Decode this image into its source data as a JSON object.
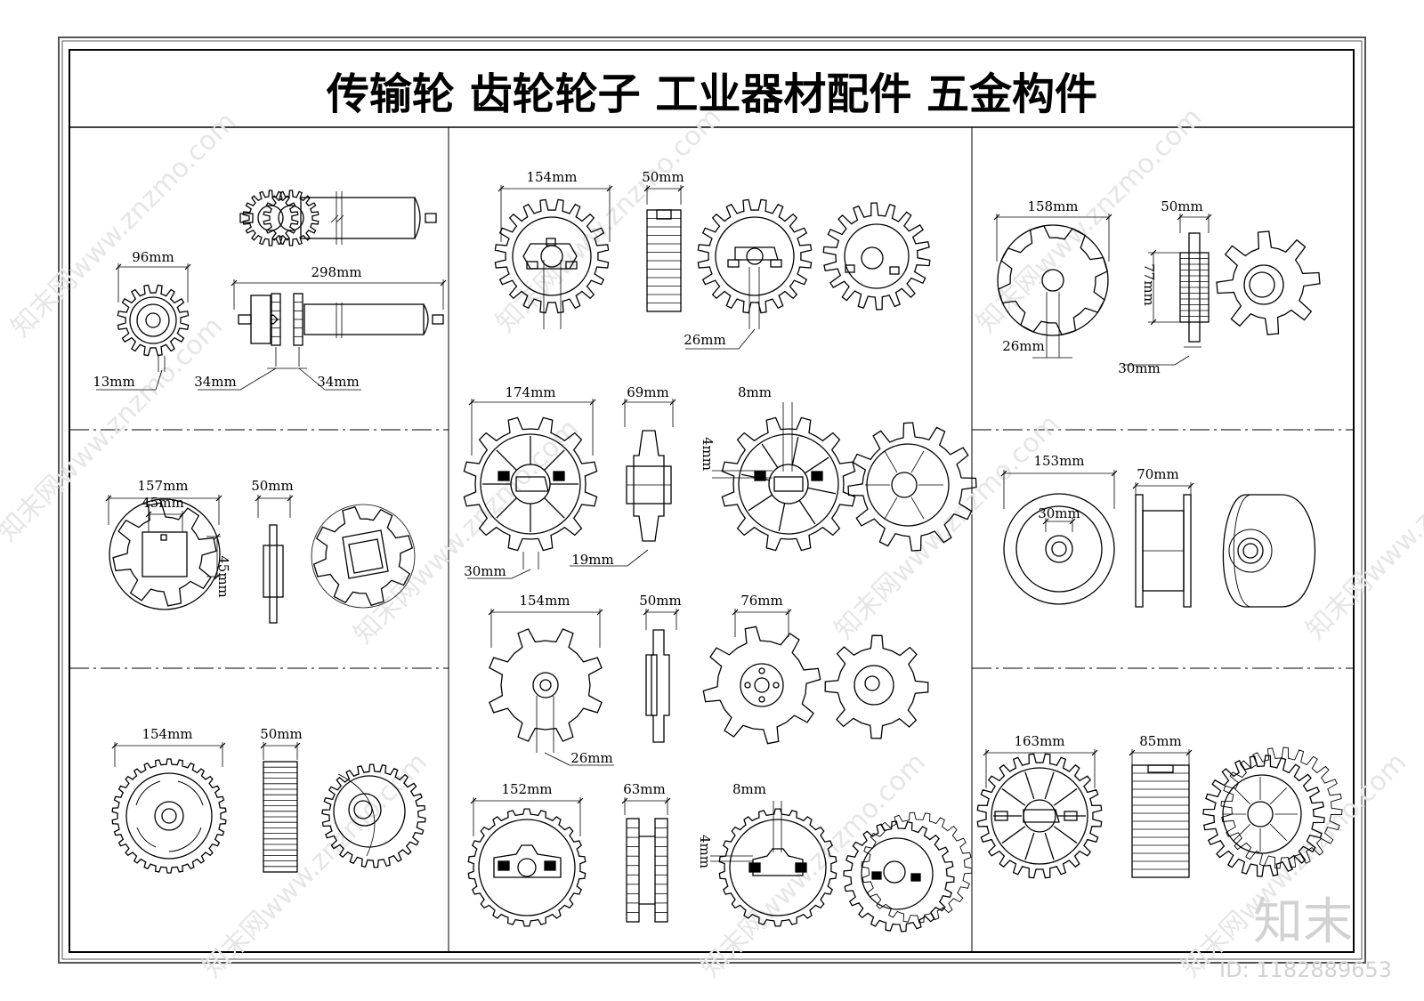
{
  "title": "传输轮  齿轮轮子  工业器材配件  五金构件",
  "dimensions": {
    "a1": "96mm",
    "a2": "298mm",
    "a3": "13mm",
    "a4": "34mm",
    "a5": "34mm",
    "b1": "157mm",
    "b2": "45mm",
    "b3": "50mm",
    "b4": "45mm",
    "c1": "154mm",
    "c2": "50mm",
    "d1": "154mm",
    "d2": "50mm",
    "d3": "26mm",
    "e1": "174mm",
    "e2": "69mm",
    "e3": "8mm",
    "e4": "4mm",
    "e5": "30mm",
    "e6": "19mm",
    "f1": "154mm",
    "f2": "50mm",
    "f3": "76mm",
    "f4": "26mm",
    "g1": "152mm",
    "g2": "63mm",
    "g3": "8mm",
    "g4": "4mm",
    "h1": "158mm",
    "h2": "50mm",
    "h3": "77mm",
    "h4": "26mm",
    "h5": "30mm",
    "i1": "153mm",
    "i2": "70mm",
    "i3": "30mm",
    "j1": "163mm",
    "j2": "85mm"
  },
  "watermark": {
    "text": "知末网www.znzmo.com",
    "brand": "知末",
    "id": "ID: 1182889653"
  }
}
